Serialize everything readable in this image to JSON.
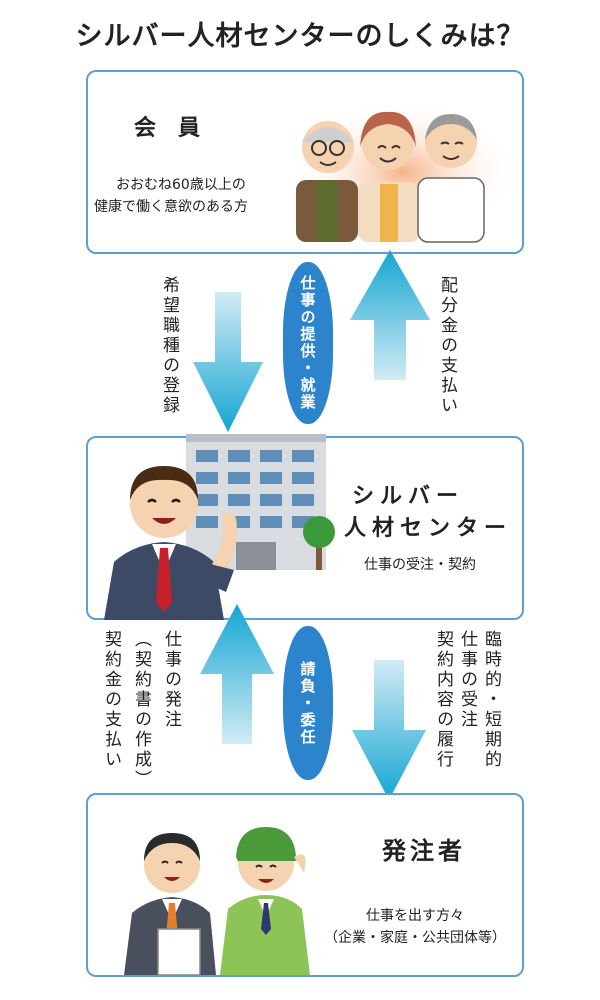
{
  "title": "シルバー人材センターのしくみは？",
  "member": {
    "title": "会　員",
    "desc_line1": "おおむね60歳以上の",
    "desc_line2": "健康で働く意欲のある方"
  },
  "center": {
    "title_line1": "シルバー",
    "title_line2": "人材センター",
    "desc": "仕事の受注・契約"
  },
  "client": {
    "title": "発注者",
    "desc_line1": "仕事を出す方々",
    "desc_line2": "（企業・家庭・公共団体等）"
  },
  "flows": {
    "register": "希望職種の登録",
    "offer": "仕事の提供・就業",
    "distribution": "配分金の支払い",
    "order_col1": "仕事の発注",
    "order_col2": "（契約書の作成）",
    "order_col3": "契約金の支払い",
    "contract": "請負・委任",
    "perform_col1": "臨時的・短期的",
    "perform_col2": "仕事の受注",
    "perform_col3": "契約内容の履行"
  },
  "colors": {
    "box_border": "#5b9fd3",
    "pill": "#2b84cc",
    "arrow_light": "#c4e4f2",
    "arrow_dark": "#19a9d4"
  },
  "icons": [
    "elderly-members-illustration",
    "office-building-icon",
    "businessman-illustration",
    "client-workers-illustration"
  ]
}
